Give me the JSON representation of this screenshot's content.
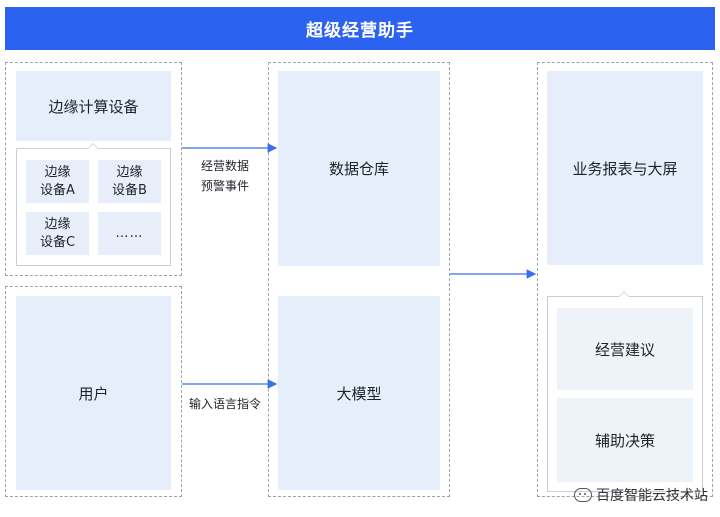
{
  "header": {
    "title": "超级经营助手"
  },
  "left_group": {
    "edge_device_label": "边缘计算设备",
    "devices": [
      {
        "line1": "边缘",
        "line2": "设备A"
      },
      {
        "line1": "边缘",
        "line2": "设备B"
      },
      {
        "line1": "边缘",
        "line2": "设备C"
      },
      {
        "line1": "……",
        "line2": ""
      }
    ],
    "user_label": "用户"
  },
  "middle_group": {
    "warehouse_label": "数据仓库",
    "model_label": "大模型"
  },
  "right_group": {
    "reports_label": "业务报表与大屏",
    "advice_label": "经营建议",
    "decision_label": "辅助决策"
  },
  "arrows": {
    "top_label_line1": "经营数据",
    "top_label_line2": "预警事件",
    "bottom_label": "输入语言指令"
  },
  "watermark": {
    "text": "百度智能云技术站"
  },
  "colors": {
    "header_bg": "#2c62f0",
    "box_bg": "#e6eefb",
    "arrow": "#3a6df0",
    "dashed_border": "#9aa3b2"
  }
}
